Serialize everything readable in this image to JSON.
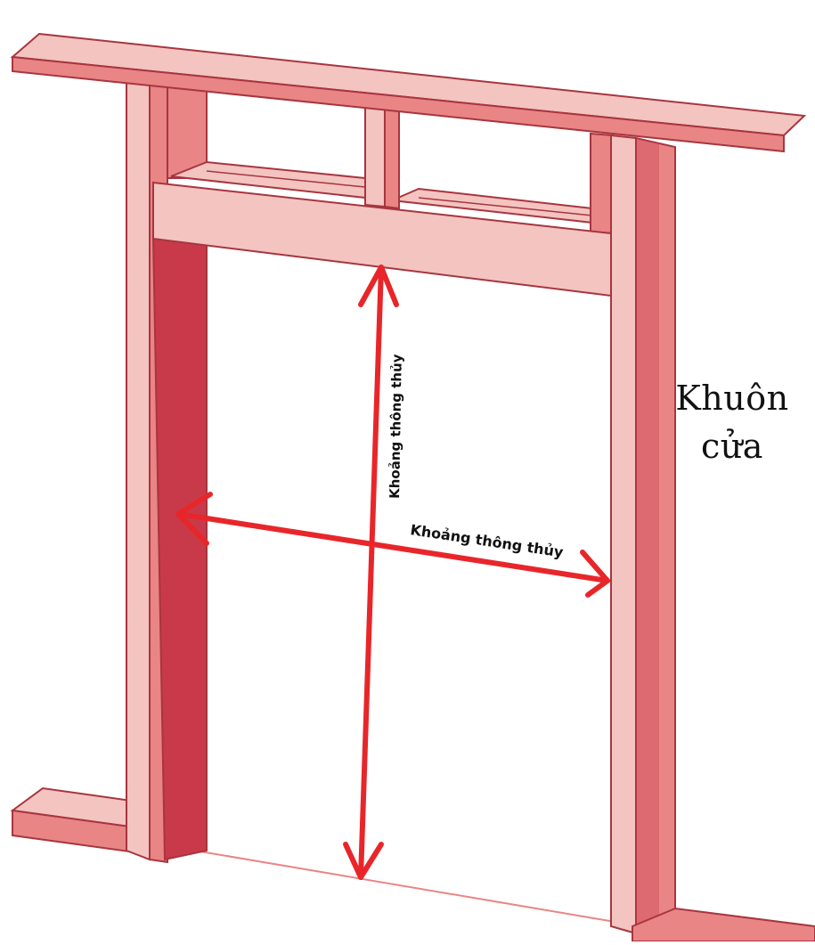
{
  "labels": {
    "frame_title_line1": "Khuôn",
    "frame_title_line2": "cửa",
    "vertical_dimension": "Khoảng thông thủy",
    "horizontal_dimension": "Khoảng thông thủy"
  },
  "colors": {
    "frame_light": "#f3c4c0",
    "frame_mid": "#e98585",
    "frame_dark": "#c83a4a",
    "frame_outline": "#a8353f",
    "arrow": "#e8262a",
    "background": "#ffffff"
  }
}
